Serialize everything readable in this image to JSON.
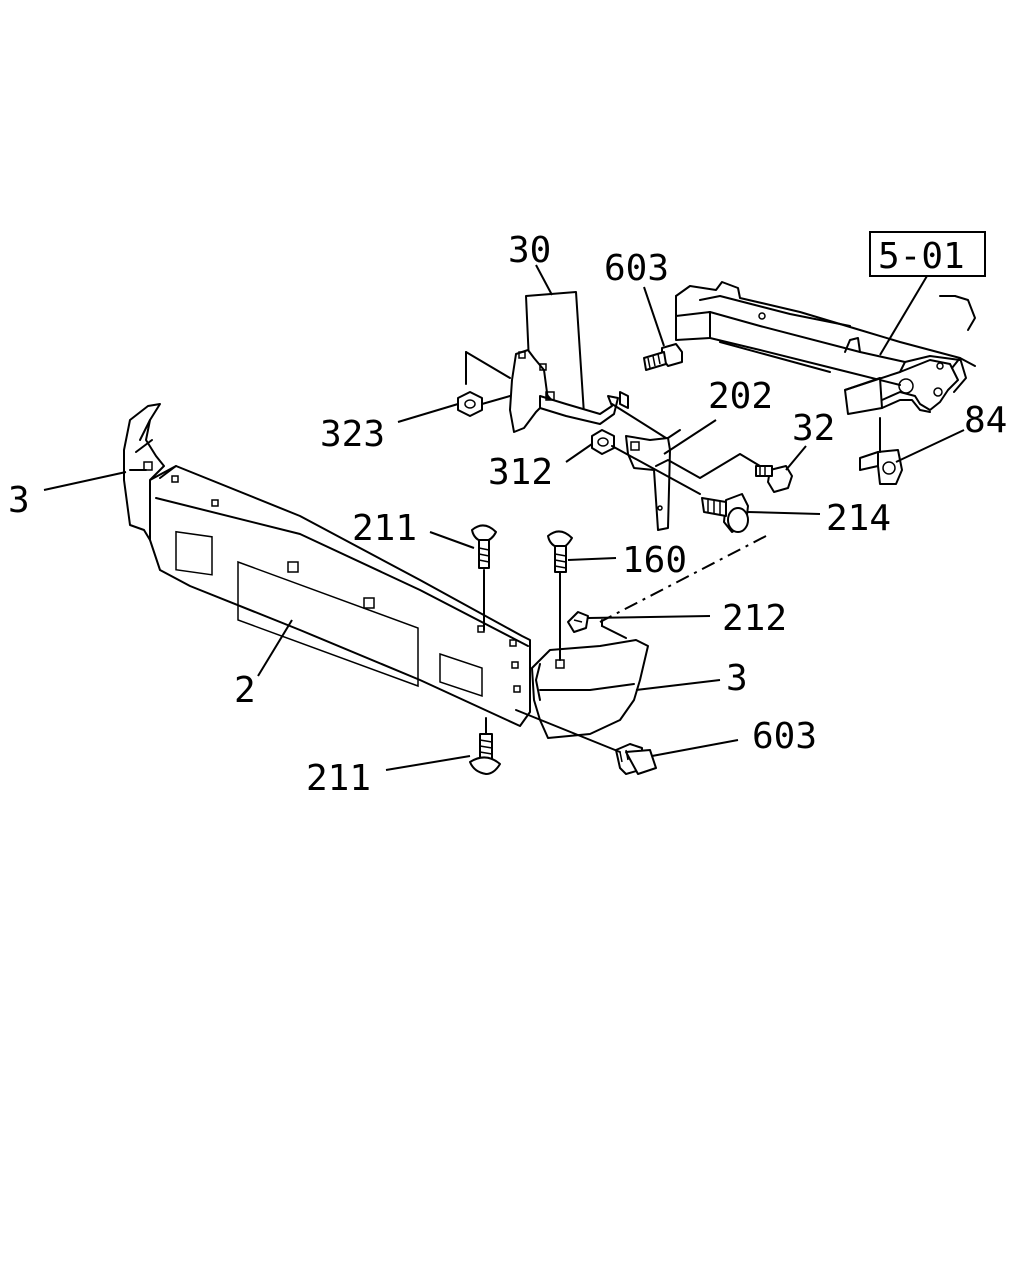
{
  "diagram": {
    "reference_tag": "5-01",
    "callouts": [
      {
        "id": "c-30",
        "text": "30"
      },
      {
        "id": "c-603-top",
        "text": "603"
      },
      {
        "id": "c-202",
        "text": "202"
      },
      {
        "id": "c-32",
        "text": "32"
      },
      {
        "id": "c-84",
        "text": "84"
      },
      {
        "id": "c-323",
        "text": "323"
      },
      {
        "id": "c-312",
        "text": "312"
      },
      {
        "id": "c-214",
        "text": "214"
      },
      {
        "id": "c-3-left",
        "text": "3"
      },
      {
        "id": "c-211-top",
        "text": "211"
      },
      {
        "id": "c-160",
        "text": "160"
      },
      {
        "id": "c-212",
        "text": "212"
      },
      {
        "id": "c-2",
        "text": "2"
      },
      {
        "id": "c-3-right",
        "text": "3"
      },
      {
        "id": "c-603-bottom",
        "text": "603"
      },
      {
        "id": "c-211-bottom",
        "text": "211"
      }
    ]
  }
}
